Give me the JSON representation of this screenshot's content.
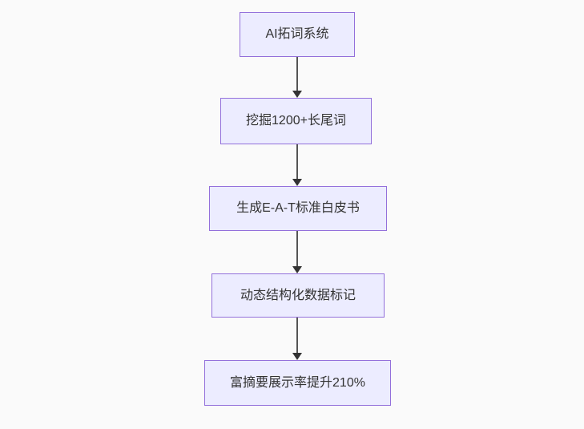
{
  "diagram": {
    "type": "flowchart-top-down",
    "nodes": [
      {
        "id": "node-1",
        "label": "AI拓词系统"
      },
      {
        "id": "node-2",
        "label": "挖掘1200+长尾词"
      },
      {
        "id": "node-3",
        "label": "生成E-A-T标准白皮书"
      },
      {
        "id": "node-4",
        "label": "动态结构化数据标记"
      },
      {
        "id": "node-5",
        "label": "富摘要展示率提升210%"
      }
    ],
    "edges": [
      {
        "from": "node-1",
        "to": "node-2",
        "style": "arrow-down"
      },
      {
        "from": "node-2",
        "to": "node-3",
        "style": "arrow-down"
      },
      {
        "from": "node-3",
        "to": "node-4",
        "style": "arrow-down"
      },
      {
        "from": "node-4",
        "to": "node-5",
        "style": "arrow-down"
      }
    ],
    "colors": {
      "node_fill": "#ececff",
      "node_border": "#9370db",
      "node_text": "#333333",
      "edge_line": "#555555",
      "edge_arrowhead": "#333333",
      "background": "#fafafa"
    }
  }
}
